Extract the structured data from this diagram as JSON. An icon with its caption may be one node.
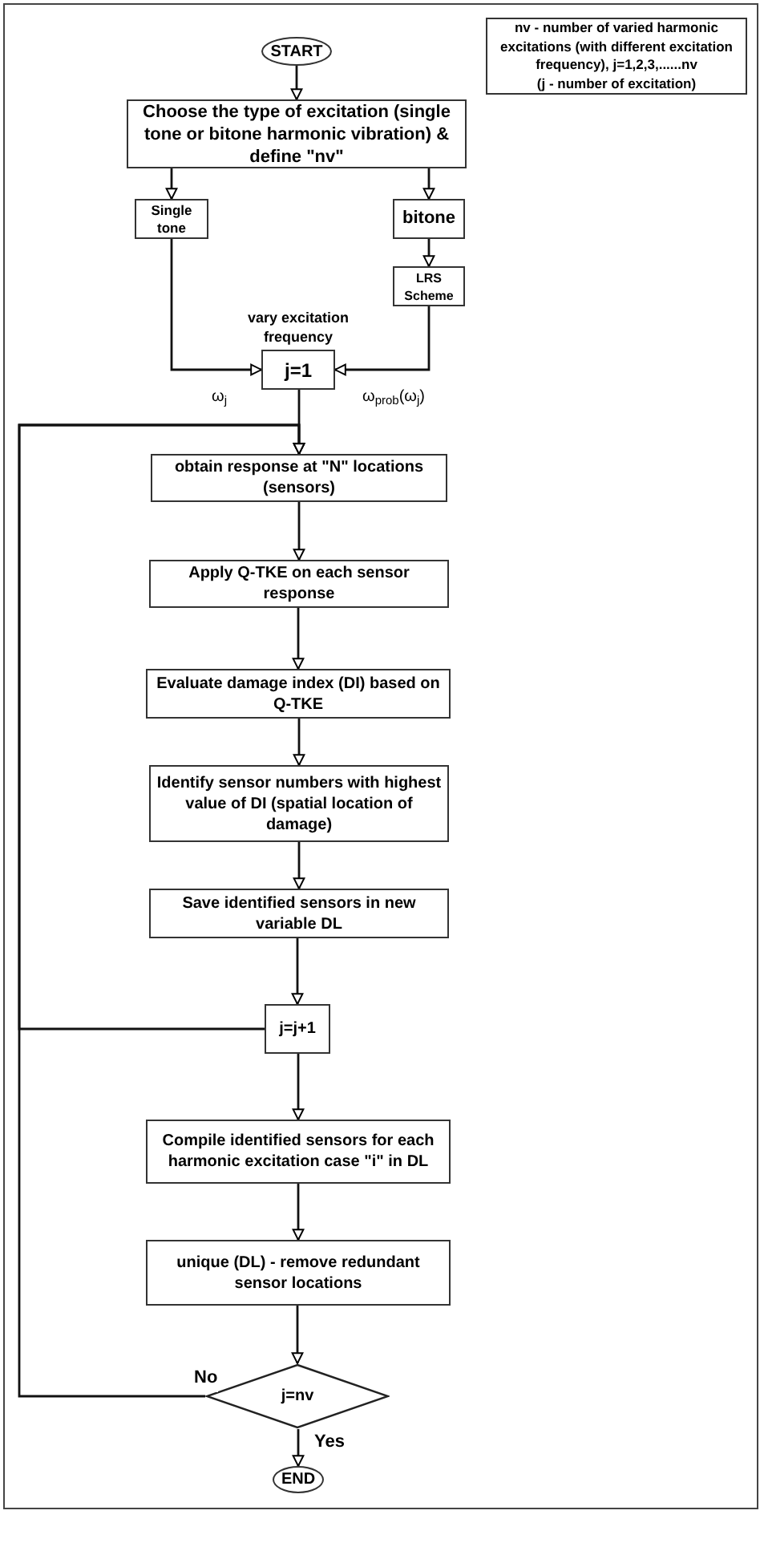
{
  "diagram": {
    "nodes": [
      {
        "text": [
          "START"
        ]
      },
      {
        "text": [
          "nv - number of varied harmonic excitations (with different excitation frequency), j=1,2,3,......nv",
          "(j - number of excitation)"
        ]
      },
      {
        "text": [
          "Choose the type of excitation (single tone or bitone harmonic vibration) & define \"nv\""
        ]
      },
      {
        "text": [
          "Single tone"
        ]
      },
      {
        "text": [
          "bitone"
        ]
      },
      {
        "text": [
          "LRS Scheme"
        ]
      },
      {
        "text": [
          "j=1"
        ],
        "beside": [
          "vary excitation frequency"
        ]
      },
      {
        "text": [
          "obtain response at \"N\" locations (sensors)"
        ]
      },
      {
        "text": [
          "Apply Q-TKE on each sensor response"
        ]
      },
      {
        "text": [
          "Evaluate damage index (DI) based on Q-TKE"
        ]
      },
      {
        "text": [
          "Identify sensor numbers with highest value of DI (spatial location of damage)"
        ]
      },
      {
        "text": [
          "Save identified sensors in new variable DL"
        ]
      },
      {
        "text": [
          "j=j+1"
        ]
      },
      {
        "text": [
          "Compile identified sensors for each harmonic excitation case \"i\" in DL"
        ]
      },
      {
        "text": [
          "unique (DL) - remove redundant sensor locations"
        ]
      },
      {
        "text": [
          "j=nv"
        ]
      },
      {
        "text": [
          "END"
        ]
      }
    ],
    "edges": [
      {
        "from": 0,
        "to": 2,
        "arrow": "to"
      },
      {
        "from": 2,
        "to": 3,
        "arrow": "to"
      },
      {
        "from": 2,
        "to": 4,
        "arrow": "to"
      },
      {
        "from": 4,
        "to": 5,
        "arrow": "to"
      },
      {
        "from": 3,
        "to": 6,
        "arrow": "to",
        "label": "ω$_{j}$"
      },
      {
        "from": 5,
        "to": 6,
        "arrow": "to",
        "label": "ω$_{prob}$(ω$_{j}$)"
      },
      {
        "from": 6,
        "to": 7,
        "arrow": "to"
      },
      {
        "from": 7,
        "to": 8,
        "arrow": "to"
      },
      {
        "from": 8,
        "to": 9,
        "arrow": "to"
      },
      {
        "from": 9,
        "to": 10,
        "arrow": "to"
      },
      {
        "from": 10,
        "to": 11,
        "arrow": "to"
      },
      {
        "from": 11,
        "to": 12,
        "arrow": "to"
      },
      {
        "from": 12,
        "to": 7,
        "arrow": "to"
      },
      {
        "from": 12,
        "to": 13,
        "arrow": "to"
      },
      {
        "from": 13,
        "to": 14,
        "arrow": "to"
      },
      {
        "from": 14,
        "to": 15,
        "arrow": "to"
      },
      {
        "from": 15,
        "to": 7,
        "arrow": "to",
        "label": "No"
      },
      {
        "from": 15,
        "to": 16,
        "arrow": "to",
        "label": "Yes"
      }
    ]
  }
}
